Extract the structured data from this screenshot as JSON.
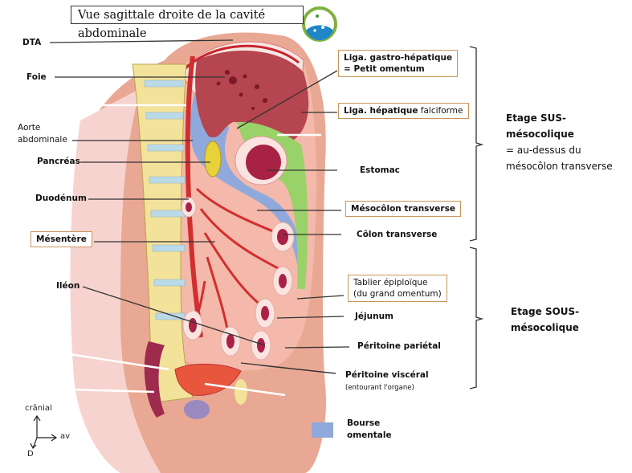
{
  "title": "Vue sagittale droite de la cavité abdominale",
  "logo": {
    "icon": "association-logo-icon",
    "colors": {
      "ring": "#7fb03c",
      "inner": "#1f86c8"
    }
  },
  "labels_left": {
    "dta": "DTA",
    "foie": "Foie",
    "aorte_line1": "Aorte",
    "aorte_line2": "abdominale",
    "pancreas": "Pancréas",
    "duodenum": "Duodénum",
    "mesentere": "Mésentère",
    "ileon": "Iléon"
  },
  "labels_right": {
    "liga_gastro_line1": "Liga. gastro-hépatique",
    "liga_gastro_line2": "= Petit omentum",
    "liga_hepatique_bold": "Liga. hépatique",
    "liga_hepatique_normal": " falciforme",
    "estomac": "Estomac",
    "mesocolon": "Mésocôlon transverse",
    "colon": "Côlon transverse",
    "tablier_line1": "Tablier épiploïque",
    "tablier_line2": "(du grand omentum)",
    "jejunum": "Jéjunum",
    "peritoine_parietal": "Péritoine pariétal",
    "peritoine_visceral": "Péritoine viscéral",
    "peritoine_visceral_note": "(entourant l'organe)"
  },
  "etages": {
    "sus": {
      "line1": "Etage SUS-",
      "line2": "mésocolique",
      "line3": "= au-dessus du",
      "line4": "mésocôlon transverse"
    },
    "sous": {
      "line1": "Etage SOUS-",
      "line2": "mésocolique"
    }
  },
  "orientation": {
    "up": "crânial",
    "right": "av",
    "down": "D"
  },
  "legend": {
    "label_line1": "Bourse",
    "label_line2": "omentale",
    "color": "#8fa9dc"
  },
  "colors": {
    "liver": "#b5454e",
    "peritoneum_pink": "#f2b6a6",
    "body_wall": "#e6a18e",
    "bone": "#f3e29a",
    "artery": "#d12f2f",
    "bursa": "#8fa9dc",
    "omentum_green": "#9ad26a",
    "box_border": "#c8955a"
  }
}
